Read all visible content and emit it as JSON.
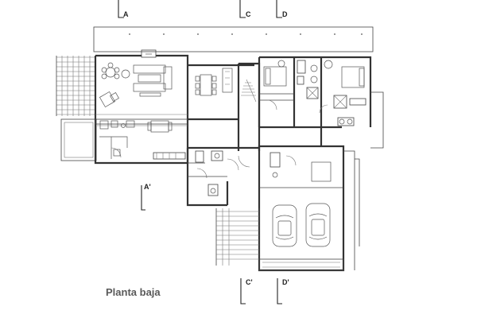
{
  "plan": {
    "title": "Planta baja",
    "section_markers": {
      "a_top": "A",
      "c_top": "C",
      "d_top": "D",
      "a_bottom": "A'",
      "c_bottom": "C'",
      "d_bottom": "D'"
    }
  }
}
